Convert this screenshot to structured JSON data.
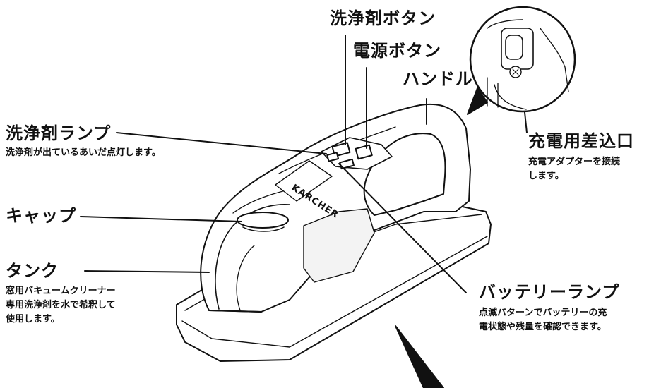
{
  "labels": {
    "detergent_button": "洗浄剤ボタン",
    "power_button": "電源ボタン",
    "handle": "ハンドル",
    "detergent_lamp": {
      "title": "洗浄剤ランプ",
      "desc": "洗浄剤が出ているあいだ点灯します。"
    },
    "cap": "キャップ",
    "tank": {
      "title": "タンク",
      "desc": [
        "窓用バキュームクリーナー",
        "専用洗浄剤を水で希釈して",
        "使用します。"
      ]
    },
    "charging_port": {
      "title": "充電用差込口",
      "desc": [
        "充電アダプターを接続",
        "します。"
      ]
    },
    "battery_lamp": {
      "title": "バッテリーランプ",
      "desc": [
        "点滅パターンでバッテリーの充",
        "電状態や残量を確認できます。"
      ]
    }
  },
  "brand_text": "KARCHER",
  "colors": {
    "ink": "#111111",
    "body_fill": "#ffffff",
    "shadow": "#e9e9e9"
  }
}
